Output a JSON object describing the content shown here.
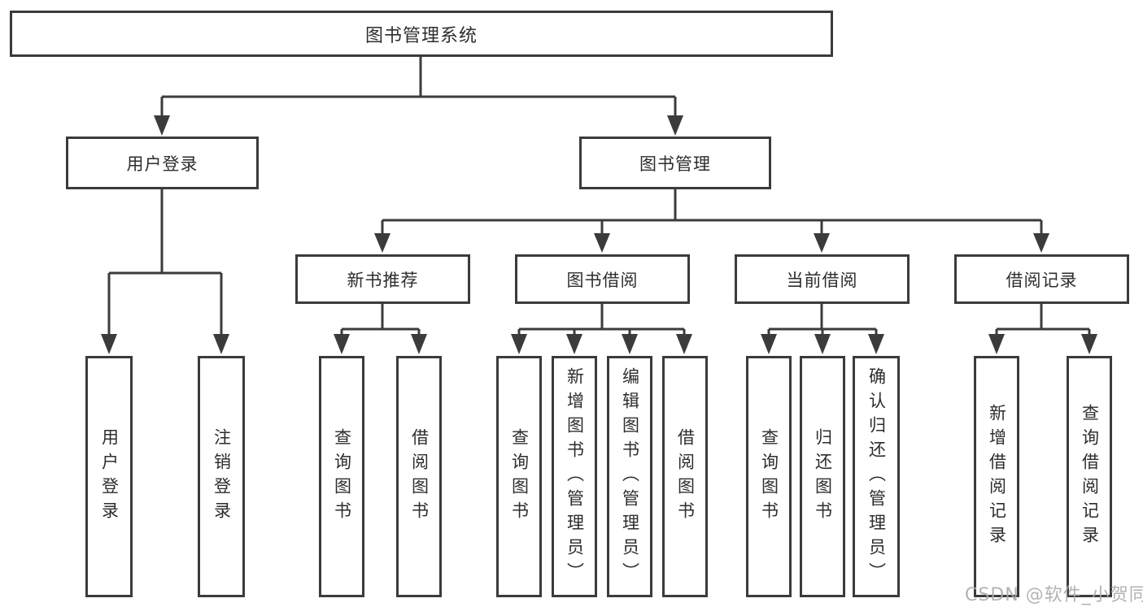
{
  "tree": {
    "root": "图书管理系统",
    "login": {
      "label": "用户登录",
      "children": [
        "用户登录",
        "注销登录"
      ]
    },
    "mgmt": {
      "label": "图书管理",
      "modules": [
        {
          "label": "新书推荐",
          "children": [
            "查询图书",
            "借阅图书"
          ]
        },
        {
          "label": "图书借阅",
          "children": [
            "查询图书",
            "新增图书（管理员）",
            "编辑图书（管理员）",
            "借阅图书"
          ]
        },
        {
          "label": "当前借阅",
          "children": [
            "查询图书",
            "归还图书",
            "确认归还（管理员）"
          ]
        },
        {
          "label": "借阅记录",
          "children": [
            "新增借阅记录",
            "查询借阅记录"
          ]
        }
      ]
    }
  },
  "watermark": "CSDN @软件_小贺同学",
  "colors": {
    "line": "#3b3b3b",
    "text": "#2d2d2d",
    "background": "#ffffff",
    "watermark": "#ababab"
  }
}
